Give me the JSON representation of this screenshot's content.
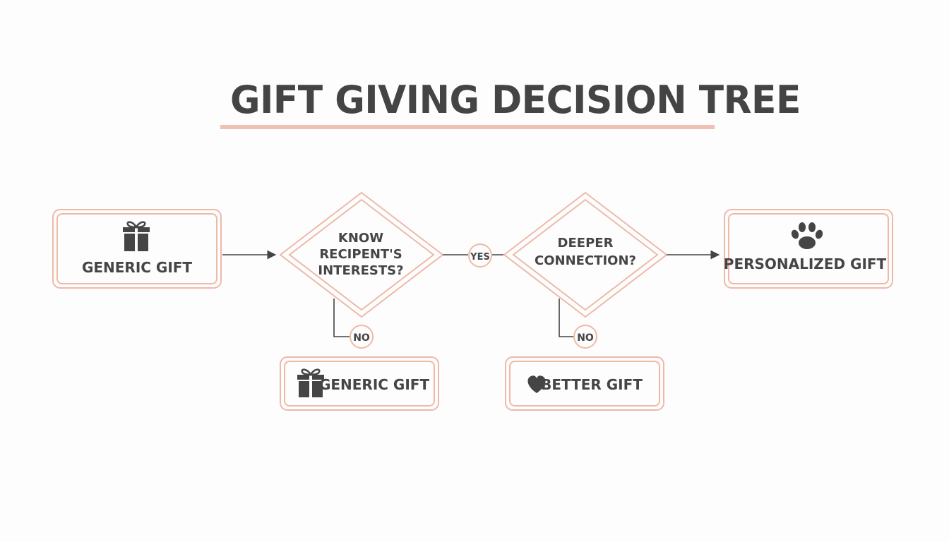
{
  "title": "GIFT GIVING DECISION TREE",
  "colors": {
    "accent": "#efb9a8",
    "text": "#454545",
    "arrow": "#444444",
    "background": "#fdfdfd"
  },
  "nodes": {
    "start": {
      "label": "GENERIC GIFT",
      "icon": "gift-icon"
    },
    "decision_1": {
      "line1": "KNOW",
      "line2": "RECIPENT'S",
      "line3": "INTERESTS?"
    },
    "yes_label": "YES",
    "decision_2": {
      "line1": "DEEPER",
      "line2": "CONNECTION?"
    },
    "end_yes": {
      "label": "PERSONALIZED GIFT",
      "icon": "paw-icon"
    },
    "no_label_1": "NO",
    "end_no_1": {
      "label": "GENERIC GIFT",
      "icon": "gift-icon"
    },
    "no_label_2": "NO",
    "end_no_2": {
      "label": "BETTER GIFT",
      "icon": "heart-icon"
    }
  }
}
